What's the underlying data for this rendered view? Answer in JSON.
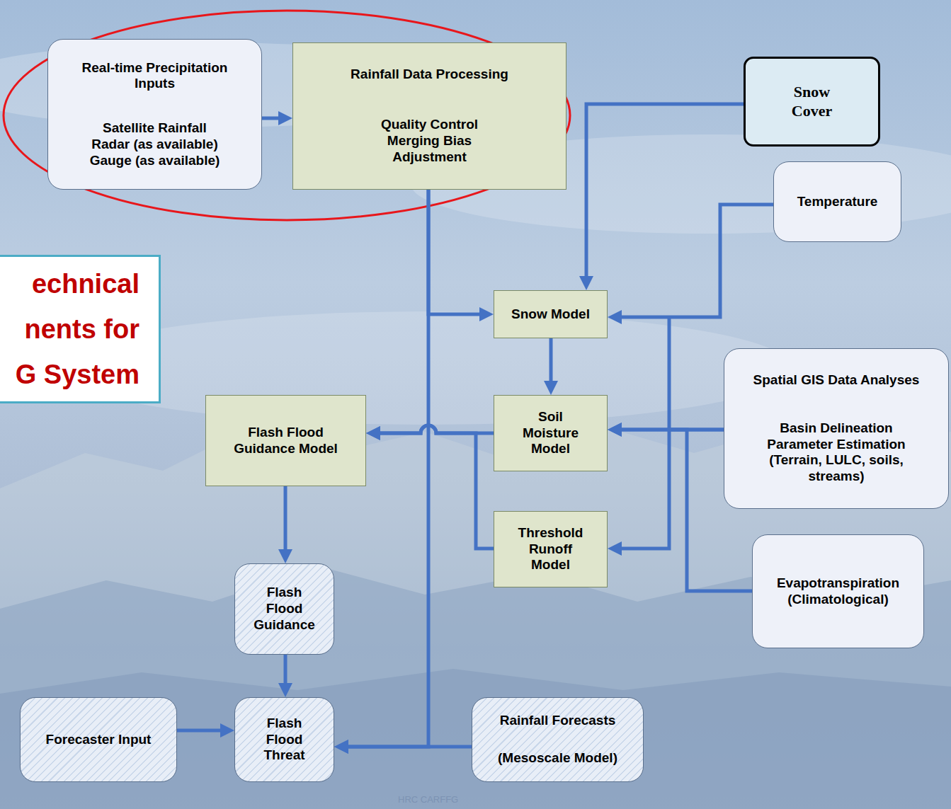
{
  "diagram": {
    "title": "echnical nents for G System",
    "nodes": [
      {
        "text": [
          "Real-time Precipitation Inputs",
          "Satellite Rainfall Radar (as available) Gauge (as available)"
        ]
      },
      {
        "text": [
          "Rainfall Data Processing",
          "Quality Control Merging Bias Adjustment"
        ]
      },
      {
        "text": [
          "Snow Cover"
        ]
      },
      {
        "text": [
          "Temperature"
        ]
      },
      {
        "text": [
          "Snow Model"
        ]
      },
      {
        "text": [
          "Spatial GIS Data Analyses",
          "Basin Delineation Parameter Estimation (Terrain, LULC, soils, streams)"
        ]
      },
      {
        "text": [
          "Flash Flood Guidance Model"
        ]
      },
      {
        "text": [
          "Soil Moisture Model"
        ]
      },
      {
        "text": [
          "Threshold Runoff Model"
        ]
      },
      {
        "text": [
          "Evapotranspiration (Climatological)"
        ]
      },
      {
        "text": [
          "Flash Flood Guidance"
        ]
      },
      {
        "text": [
          "Forecaster Input"
        ]
      },
      {
        "text": [
          "Flash Flood Threat"
        ]
      },
      {
        "text": [
          "Rainfall Forecasts",
          "(Mesoscale Model)"
        ]
      }
    ],
    "edges": [
      {
        "from": 0,
        "to": 1,
        "arrow": "to"
      },
      {
        "from": 1,
        "to": 4,
        "arrow": "to"
      },
      {
        "from": 1,
        "to": 12,
        "arrow": "to"
      },
      {
        "from": 2,
        "to": 4,
        "arrow": "to"
      },
      {
        "from": 3,
        "to": 4,
        "arrow": "to"
      },
      {
        "from": 4,
        "to": 7,
        "arrow": "to"
      },
      {
        "from": 5,
        "to": 7,
        "arrow": "to"
      },
      {
        "from": 5,
        "to": 8,
        "arrow": "to"
      },
      {
        "from": 9,
        "to": 7,
        "arrow": "to"
      },
      {
        "from": 7,
        "to": 6,
        "arrow": "to"
      },
      {
        "from": 8,
        "to": 6,
        "arrow": "to"
      },
      {
        "from": 6,
        "to": 10,
        "arrow": "to"
      },
      {
        "from": 10,
        "to": 12,
        "arrow": "to"
      },
      {
        "from": 11,
        "to": 12,
        "arrow": "to"
      },
      {
        "from": 13,
        "to": 12,
        "arrow": "to"
      }
    ],
    "labels": [
      "HRC CARFFG"
    ]
  }
}
